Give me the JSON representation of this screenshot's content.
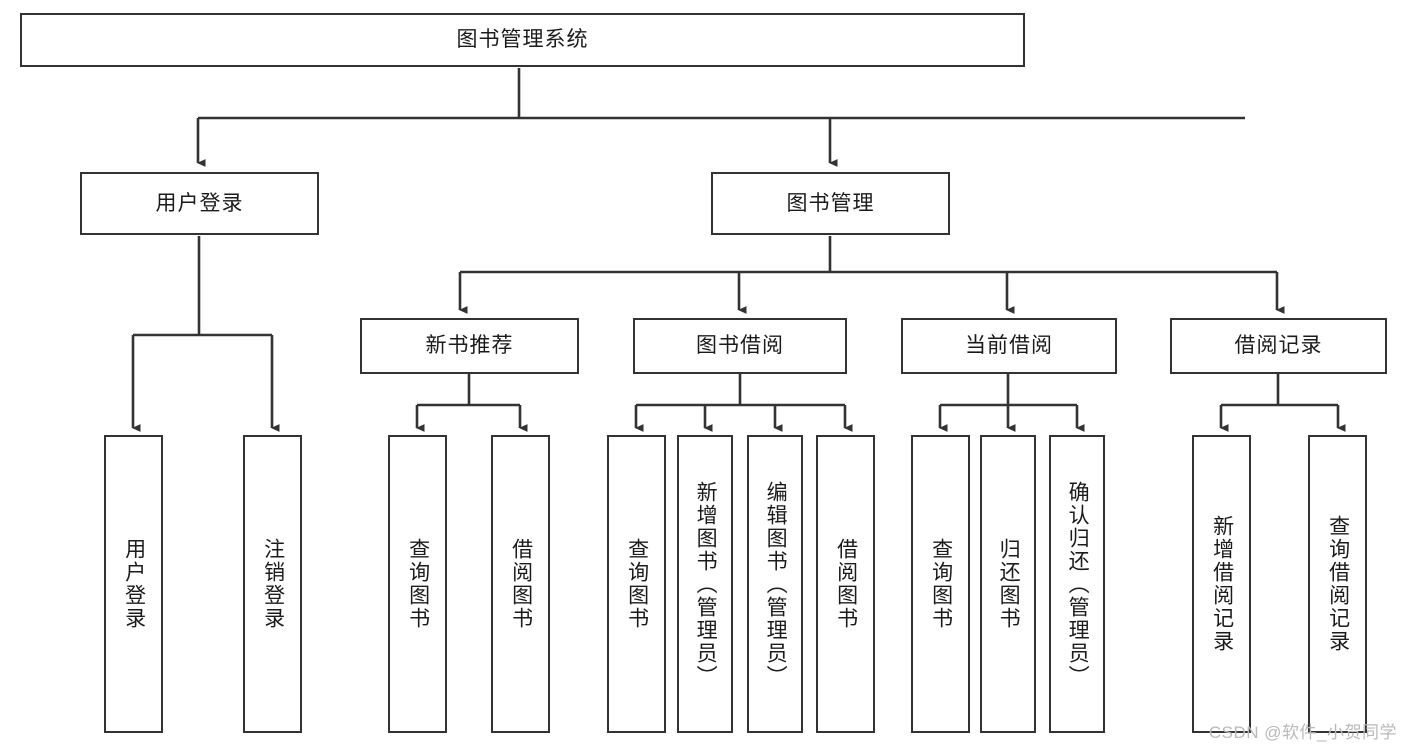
{
  "diagram": {
    "title": "图书管理系统",
    "type": "hierarchy-tree",
    "colors": {
      "box_border": "#333333",
      "box_fill": "#ffffff",
      "edge": "#333333",
      "text": "#1b1b1b",
      "watermark": "#b9b9b9",
      "background": "#ffffff"
    },
    "watermark": "CSDN @软件_小贺同学",
    "nodes": {
      "root": {
        "label": "图书管理系统",
        "orientation": "horizontal"
      },
      "level1": [
        {
          "id": "user-login",
          "label": "用户登录",
          "orientation": "horizontal"
        },
        {
          "id": "book-manage",
          "label": "图书管理",
          "orientation": "horizontal"
        }
      ],
      "level2": [
        {
          "id": "new-book-recommend",
          "label": "新书推荐",
          "orientation": "horizontal",
          "parent": "book-manage"
        },
        {
          "id": "book-borrow",
          "label": "图书借阅",
          "orientation": "horizontal",
          "parent": "book-manage"
        },
        {
          "id": "current-borrow",
          "label": "当前借阅",
          "orientation": "horizontal",
          "parent": "book-manage"
        },
        {
          "id": "borrow-record",
          "label": "借阅记录",
          "orientation": "horizontal",
          "parent": "book-manage"
        }
      ],
      "leaves": [
        {
          "id": "leaf-user-login",
          "label": "用户登录",
          "orientation": "vertical",
          "parent": "user-login"
        },
        {
          "id": "leaf-logout-login",
          "label": "注销登录",
          "orientation": "vertical",
          "parent": "user-login"
        },
        {
          "id": "leaf-query-book-rec",
          "label": "查询图书",
          "orientation": "vertical",
          "parent": "new-book-recommend"
        },
        {
          "id": "leaf-borrow-book-rec",
          "label": "借阅图书",
          "orientation": "vertical",
          "parent": "new-book-recommend"
        },
        {
          "id": "leaf-query-book-borrow",
          "label": "查询图书",
          "orientation": "vertical",
          "parent": "book-borrow"
        },
        {
          "id": "leaf-add-book-admin",
          "label": "新增图书（管理员）",
          "orientation": "vertical",
          "parent": "book-borrow"
        },
        {
          "id": "leaf-edit-book-admin",
          "label": "编辑图书（管理员）",
          "orientation": "vertical",
          "parent": "book-borrow"
        },
        {
          "id": "leaf-borrow-book",
          "label": "借阅图书",
          "orientation": "vertical",
          "parent": "book-borrow"
        },
        {
          "id": "leaf-query-book-current",
          "label": "查询图书",
          "orientation": "vertical",
          "parent": "current-borrow"
        },
        {
          "id": "leaf-return-book",
          "label": "归还图书",
          "orientation": "vertical",
          "parent": "current-borrow"
        },
        {
          "id": "leaf-confirm-return-admin",
          "label": "确认归还（管理员）",
          "orientation": "vertical",
          "parent": "current-borrow"
        },
        {
          "id": "leaf-add-borrow-record",
          "label": "新增借阅记录",
          "orientation": "vertical",
          "parent": "borrow-record"
        },
        {
          "id": "leaf-query-borrow-record",
          "label": "查询借阅记录",
          "orientation": "vertical",
          "parent": "borrow-record"
        }
      ]
    }
  }
}
